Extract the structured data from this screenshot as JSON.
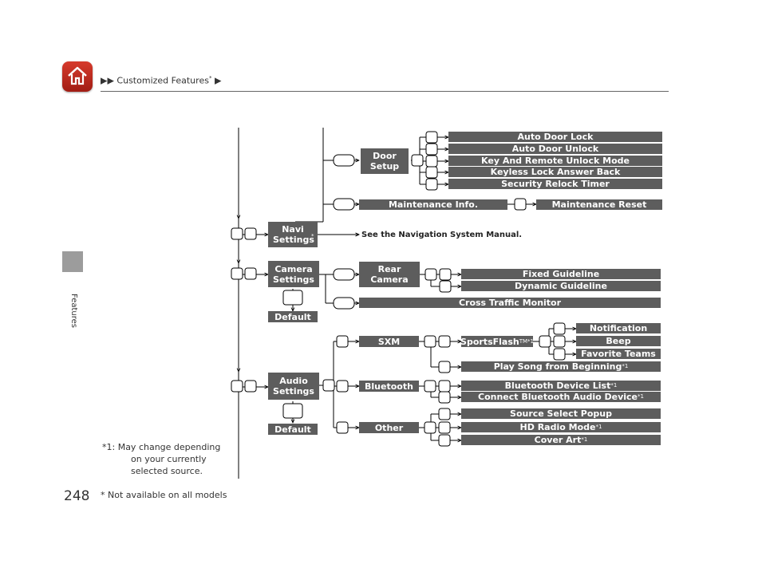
{
  "header": {
    "breadcrumb_prefix": "▶▶",
    "breadcrumb_text": "Customized Features",
    "breadcrumb_mark": "*",
    "breadcrumb_suffix": "▶"
  },
  "sidebar": {
    "section_label": "Features"
  },
  "page": {
    "number": "248",
    "footnote": "* Not available on all models"
  },
  "note": {
    "line1": "*1: May change depending",
    "line2": "on your currently",
    "line3": "selected source."
  },
  "menu": {
    "door_setup": "Door Setup",
    "door_items": [
      "Auto Door Lock",
      "Auto Door Unlock",
      "Key And Remote Unlock Mode",
      "Keyless Lock Answer Back",
      "Security Relock Timer"
    ],
    "maintenance_info": "Maintenance Info.",
    "maintenance_reset": "Maintenance Reset",
    "navi_settings": "Navi Settings",
    "navi_mark": "*",
    "navi_ref": "See the Navigation System Manual.",
    "camera_settings": "Camera Settings",
    "rear_camera": "Rear Camera",
    "fixed_guideline": "Fixed Guideline",
    "dynamic_guideline": "Dynamic Guideline",
    "cross_traffic": "Cross Traffic Monitor",
    "default": "Default",
    "audio_settings": "Audio Settings",
    "sxm": "SXM",
    "sportsflash": "SportsFlash",
    "sportsflash_mark": "TM*1",
    "notification": "Notification",
    "beep": "Beep",
    "favorite_teams": "Favorite Teams",
    "play_song": "Play Song from Beginning",
    "bluetooth": "Bluetooth",
    "bt_device_list": "Bluetooth Device List",
    "connect_bt": "Connect Bluetooth Audio Device",
    "other": "Other",
    "source_popup": "Source Select Popup",
    "hd_radio": "HD Radio Mode",
    "cover_art": "Cover Art",
    "ref_mark": "*1"
  },
  "colors": {
    "home_button": "#c0281e",
    "label_dark": "#5d5d5d",
    "label_light": "#7a7a7a"
  }
}
